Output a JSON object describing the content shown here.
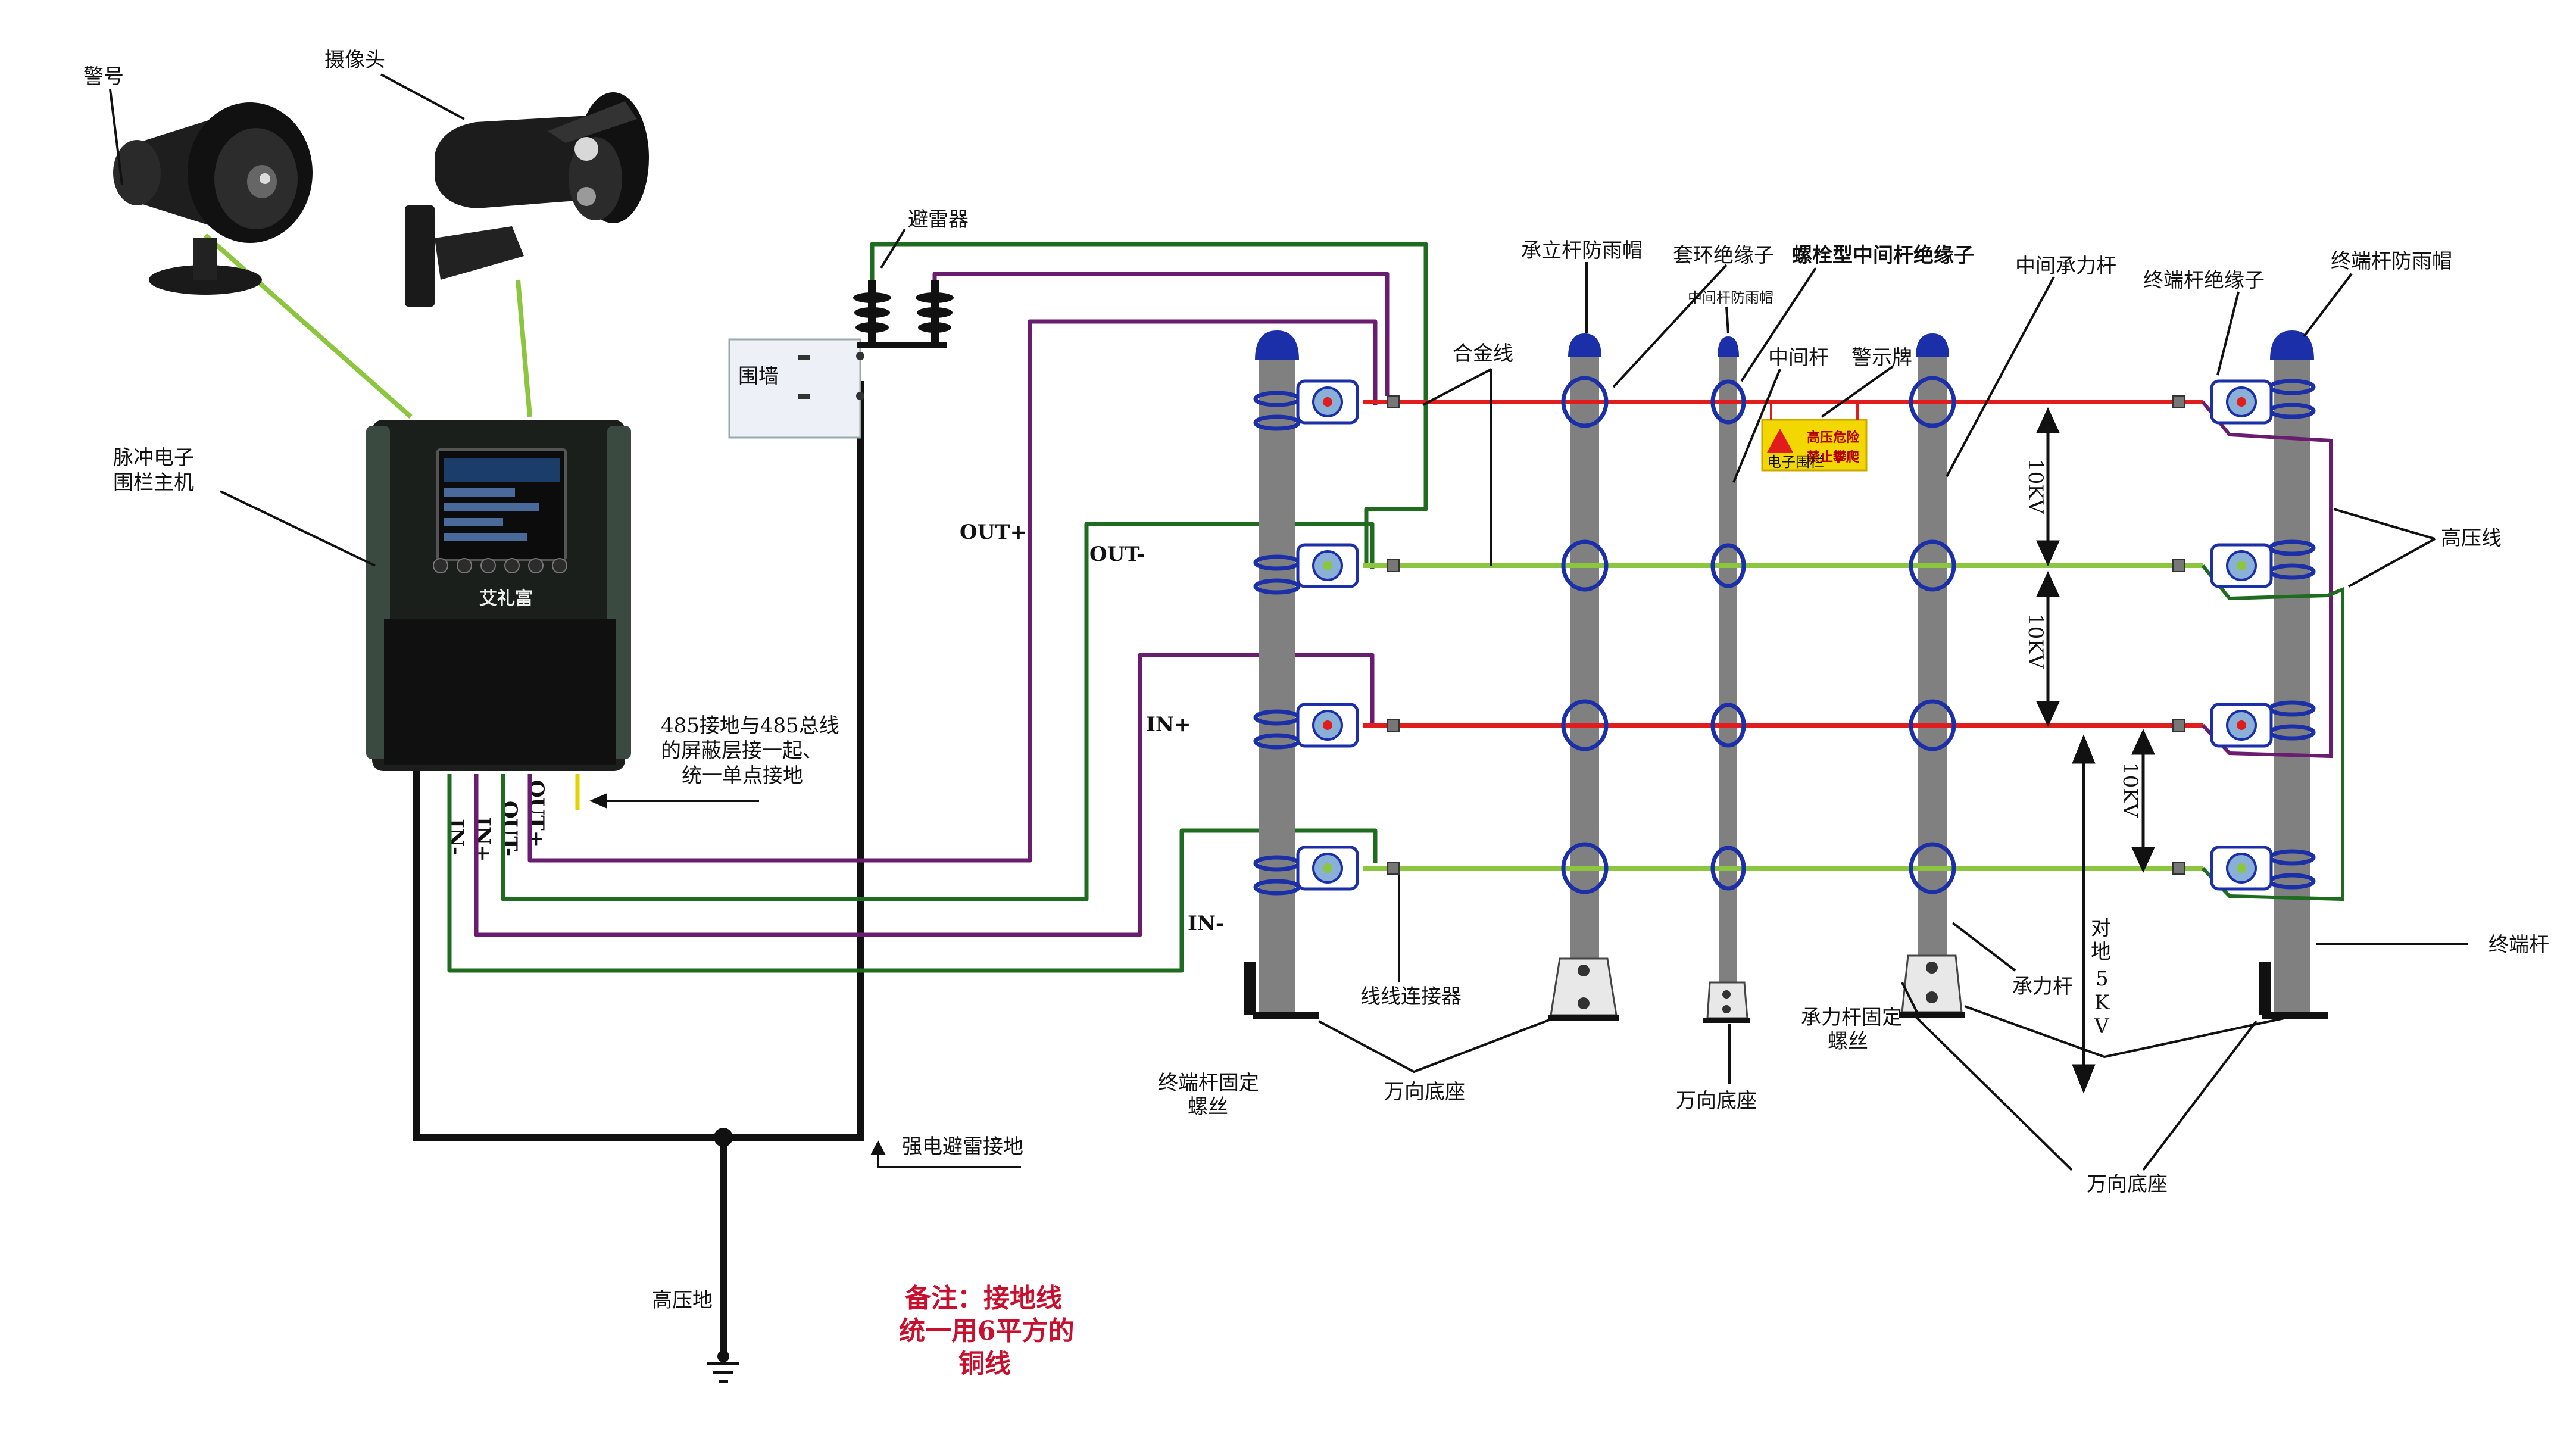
{
  "colors": {
    "hv_red": "#e01c1c",
    "hv_green": "#8cc63f",
    "purple": "#6a1d6f",
    "dark_green": "#1f6b1f",
    "pole_gray": "#808080",
    "insulator_blue": "#1a2fa8",
    "ground_black": "#111111",
    "note_red": "#c8102e"
  },
  "devices": {
    "siren": "警号",
    "camera": "摄像头",
    "host_line1": "脉冲电子",
    "host_line2": "围栏主机",
    "host_brand": "艾礼富",
    "lightning_arrester": "避雷器",
    "wall": "围墙"
  },
  "terminals": {
    "out_plus": "OUT+",
    "out_minus": "OUT-",
    "in_plus": "IN+",
    "in_minus": "IN-"
  },
  "wires": {
    "out_plus": "OUT+",
    "out_minus": "OUT-",
    "in_plus": "IN+",
    "in_minus": "IN-"
  },
  "shield_note": {
    "line1": "485接地与485总线",
    "line2": "的屏蔽层接一起、",
    "line3": "统一单点接地"
  },
  "grounds": {
    "strong_lightning": "强电避雷接地",
    "hv_ground": "高压地"
  },
  "remark": {
    "line1": "备注：接地线",
    "line2": "统一用6平方的",
    "line3": "铜线"
  },
  "fence_labels": {
    "rain_cap_upright": "承立杆防雨帽",
    "ring_insulator": "套环绝缘子",
    "mid_rain_cap": "中间杆防雨帽",
    "bolt_mid_insulator": "螺栓型中间杆绝缘子",
    "mid_pole": "中间杆",
    "warning_sign": "警示牌",
    "mid_load_pole": "中间承力杆",
    "end_insulator": "终端杆绝缘子",
    "end_rain_cap": "终端杆防雨帽",
    "alloy_wire": "合金线",
    "hv_wire": "高压线",
    "wire_connector": "线线连接器",
    "end_pole_screw_line1": "终端杆固定",
    "end_pole_screw_line2": "螺丝",
    "universal_base": "万向底座",
    "universal_base_mid": "万向底座",
    "load_pole_screw_line1": "承力杆固定",
    "load_pole_screw_line2": "螺丝",
    "load_pole": "承力杆",
    "end_pole": "终端杆",
    "universal_base_right": "万向底座"
  },
  "voltages": {
    "v1": "10KV",
    "v2": "10KV",
    "v3": "10KV",
    "to_ground_chars": [
      "对",
      "地",
      "5",
      "K",
      "V"
    ]
  },
  "sign_text": {
    "line1": "高压危险",
    "line2": "禁止攀爬",
    "small": "电子围栏"
  }
}
